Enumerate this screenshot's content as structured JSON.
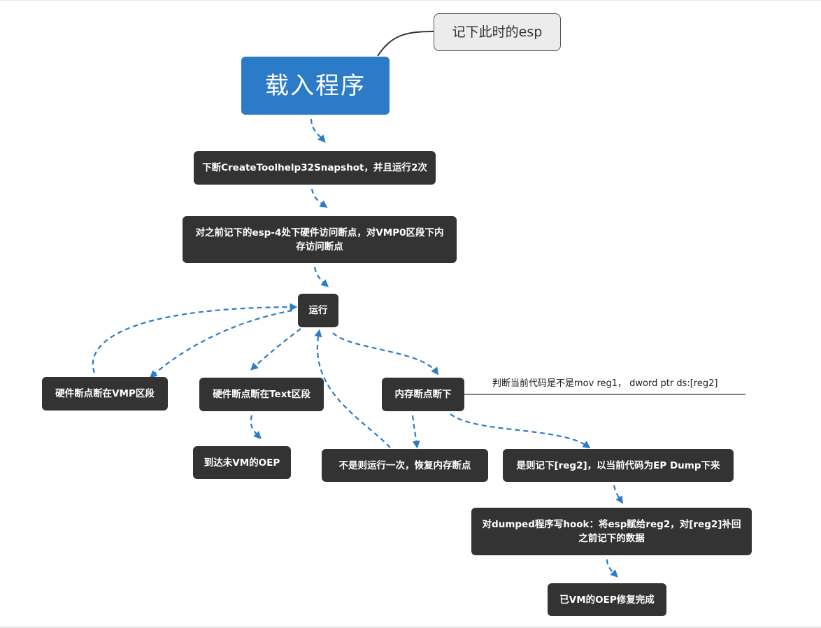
{
  "colors": {
    "root": "#2b7bc8",
    "node": "#333333",
    "callout_bg": "#ececec",
    "edge": "#2b7bc8",
    "callout_line": "#333333"
  },
  "nodes": {
    "root": "载入程序",
    "callout": "记下此时的esp",
    "bp_snapshot": "下断CreateToolhelp32Snapshot，并且运行2次",
    "hw_bp": "对之前记下的esp-4处下硬件访问断点，对VMP0区段下内存访问断点",
    "run": "运行",
    "hw_vmp": "硬件断点断在VMP区段",
    "hw_text": "硬件断点断在Text区段",
    "mem_break": "内存断点断下",
    "reach_oep": "到达未VM的OEP",
    "not_run_once": "不是则运行一次，恢复内存断点",
    "yes_dump": "是则记下[reg2]，以当前代码为EP Dump下来",
    "write_hook": "对dumped程序写hook：将esp赋给reg2，对[reg2]补回之前记下的数据",
    "oep_fixed": "已VM的OEP修复完成"
  },
  "notes": {
    "mem_break_note": "判断当前代码是不是mov reg1， dword ptr ds:[reg2]"
  }
}
